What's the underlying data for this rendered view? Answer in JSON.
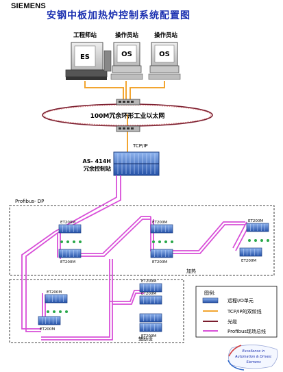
{
  "header": {
    "brand": "SIEMENS",
    "title": "安钢中板加热炉控制系统配置图"
  },
  "stations": {
    "engineer_label": "工程师站",
    "operator1_label": "操作员站",
    "operator2_label": "操作员站",
    "engineer_screen": "ES",
    "operator1_screen": "OS",
    "operator2_screen": "OS"
  },
  "network": {
    "ring_label": "100M冗余环形工业以太网",
    "tcpip_label": "TCP/IP"
  },
  "controller": {
    "model": "AS- 414H",
    "name": "冗余控制站"
  },
  "fieldbus": {
    "label": "Profibus- DP"
  },
  "areas": {
    "heating": "加热",
    "auxiliary": "辅助设"
  },
  "io_units": {
    "label": "ET200M",
    "count": 12
  },
  "legend": {
    "title": "图例:",
    "items": [
      {
        "label": "远程I/O单元",
        "color": "#2a64c8"
      },
      {
        "label": "TCP/IP的双绞线",
        "color": "#f2a530"
      },
      {
        "label": "光缆",
        "color": "#7a1d2e"
      },
      {
        "label": "Profibus现场总线",
        "color": "#d84fd8"
      }
    ]
  },
  "badge": {
    "line1": "Excellence in",
    "line2": "Automation & Drives:",
    "line3": "Siemens"
  },
  "colors": {
    "title": "#1a2fb0",
    "twisted_pair": "#f2a530",
    "fiber": "#7a1d2e",
    "profibus": "#d84fd8",
    "io_module": "#2a64c8",
    "status_dot": "#2aa84a"
  }
}
